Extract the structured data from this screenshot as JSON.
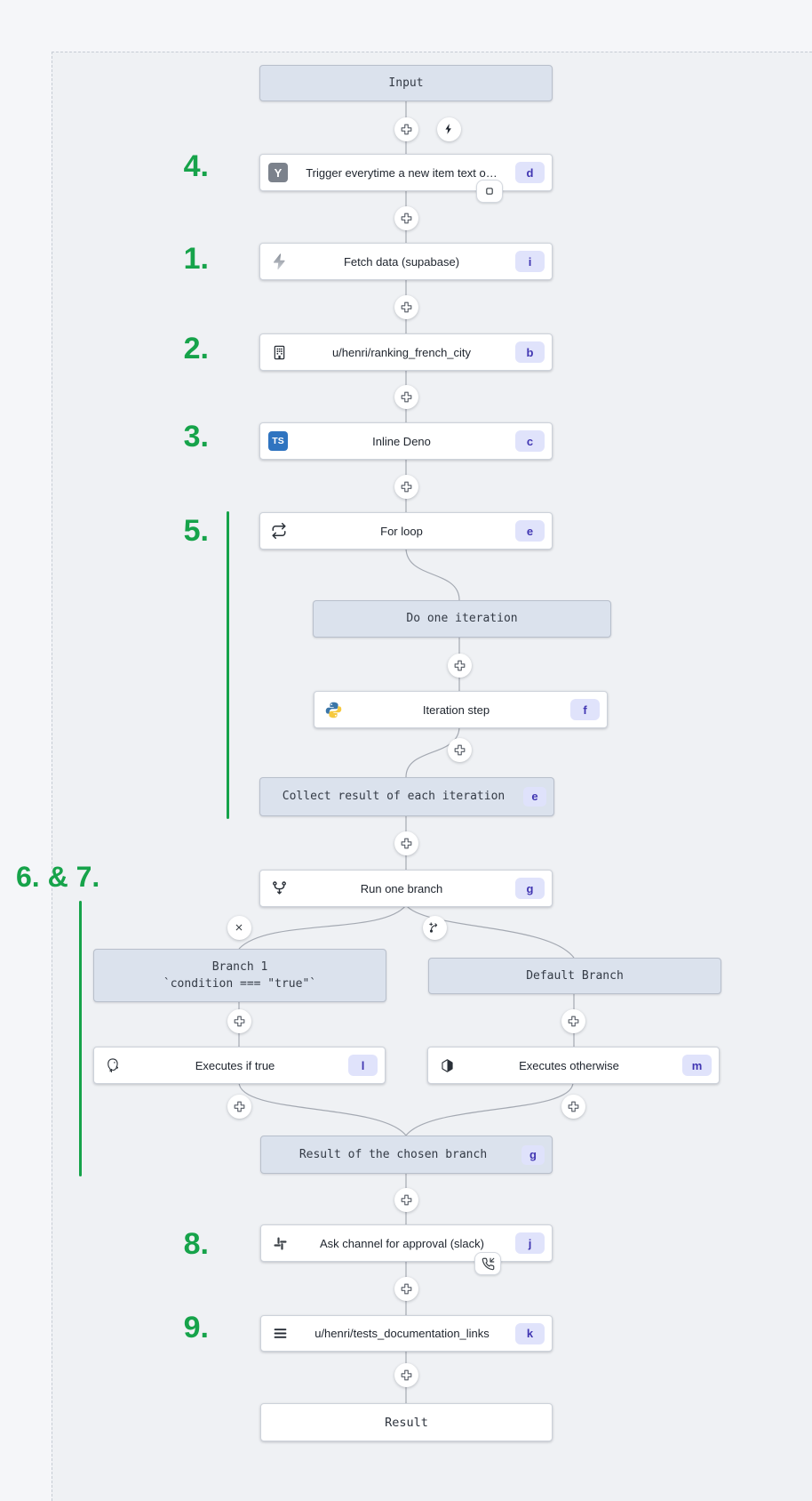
{
  "annotations": {
    "n4": "4.",
    "n1": "1.",
    "n2": "2.",
    "n3": "3.",
    "n5": "5.",
    "n67": "6. & 7.",
    "n8": "8.",
    "n9": "9."
  },
  "nodes": {
    "input": {
      "label": "Input"
    },
    "trigger": {
      "label": "Trigger everytime a new item text o…",
      "badge": "d",
      "icon": "ycombinator-icon",
      "icon_text": "Y"
    },
    "fetch": {
      "label": "Fetch data (supabase)",
      "badge": "i",
      "icon": "supabase-icon"
    },
    "ranking": {
      "label": "u/henri/ranking_french_city",
      "badge": "b",
      "icon": "building-icon"
    },
    "deno": {
      "label": "Inline Deno",
      "badge": "c",
      "icon": "typescript-icon",
      "icon_text": "TS"
    },
    "forloop": {
      "label": "For loop",
      "badge": "e",
      "icon": "loop-icon"
    },
    "do_iteration": {
      "label": "Do one iteration"
    },
    "iteration_step": {
      "label": "Iteration step",
      "badge": "f",
      "icon": "python-icon"
    },
    "collect": {
      "label": "Collect result of each iteration",
      "badge": "e"
    },
    "run_branch": {
      "label": "Run one branch",
      "badge": "g",
      "icon": "branch-icon"
    },
    "branch1": {
      "line1": "Branch 1",
      "line2": "`condition === \"true\"`"
    },
    "default_branch": {
      "label": "Default Branch"
    },
    "exec_true": {
      "label": "Executes if true",
      "badge": "l",
      "icon": "postgresql-icon"
    },
    "exec_otherwise": {
      "label": "Executes otherwise",
      "badge": "m",
      "icon": "cube-icon"
    },
    "result_branch": {
      "label": "Result of the chosen branch",
      "badge": "g"
    },
    "slack": {
      "label": "Ask channel for approval (slack)",
      "badge": "j",
      "icon": "slack-icon"
    },
    "tests": {
      "label": "u/henri/tests_documentation_links",
      "badge": "k",
      "icon": "menu-icon"
    },
    "result": {
      "label": "Result"
    }
  },
  "colors": {
    "accent_green": "#16a34a",
    "badge_bg": "#e0e3fb",
    "badge_text": "#4136b2",
    "virtual_node_bg": "#dbe2ed",
    "node_bg": "#ffffff",
    "connector": "#a4a9b2",
    "canvas_bg": "#eff1f4"
  }
}
